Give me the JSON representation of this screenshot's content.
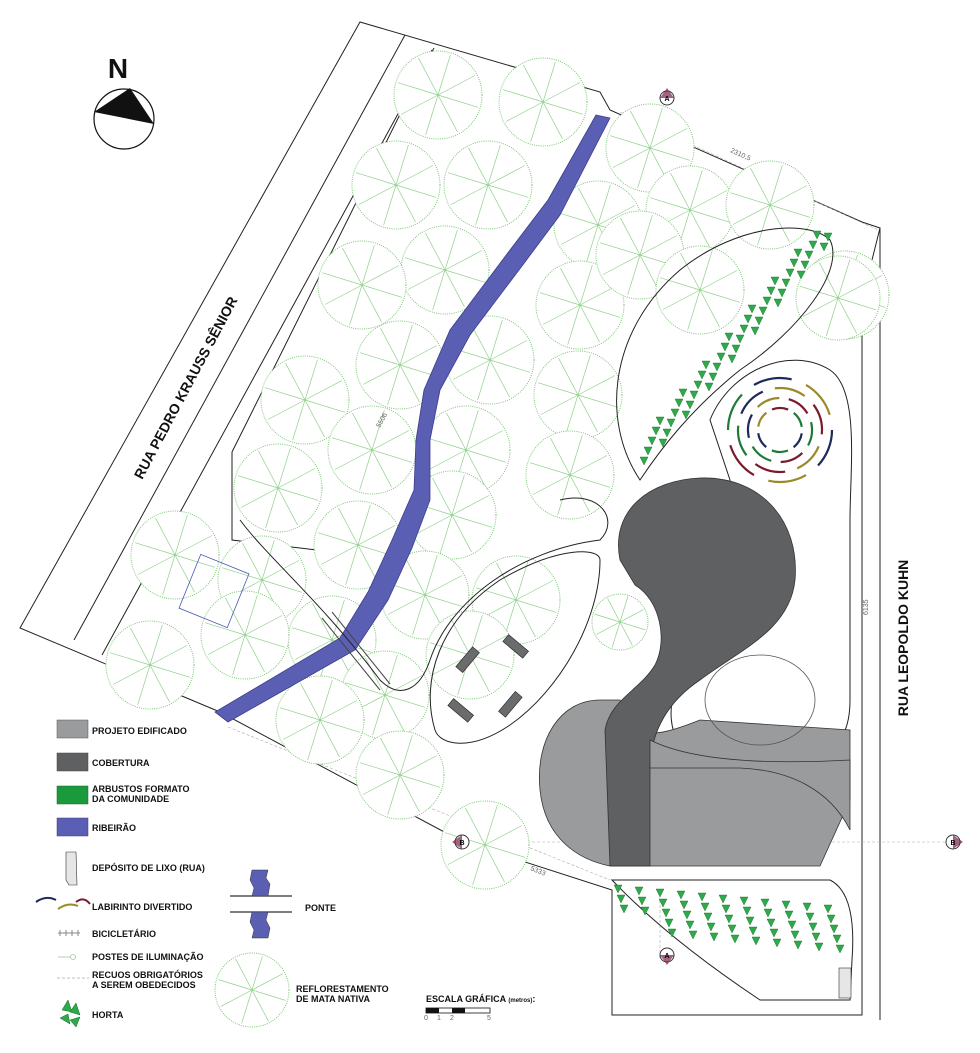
{
  "compass": {
    "letter": "N"
  },
  "streets": {
    "west": "RUA PEDRO KRAUSS SÊNIOR",
    "east": "RUA LEOPOLDO KUHN"
  },
  "dimensions": {
    "north_edge": "2310,5",
    "stream_length": "5506",
    "east_inner": "6135",
    "south_edge": "5333"
  },
  "section_markers": {
    "a": "A",
    "b": "B"
  },
  "legend": {
    "items": [
      {
        "label": "PROJETO EDIFICADO",
        "color": "#9a9b9c"
      },
      {
        "label": "COBERTURA",
        "color": "#5f6061"
      },
      {
        "label": "ARBUSTOS FORMATO\nDA COMUNIDADE",
        "color": "#1a9a3c"
      },
      {
        "label": "RIBEIRÃO",
        "color": "#5a5fb3"
      },
      {
        "label": "DEPÓSITO DE LIXO (RUA)"
      },
      {
        "label": "LABIRINTO DIVERTIDO"
      },
      {
        "label": "BICICLETÁRIO"
      },
      {
        "label": "POSTES DE ILUMINAÇÃO"
      },
      {
        "label": "RECUOS OBRIGATÓRIOS\nA SEREM OBEDECIDOS"
      },
      {
        "label": "HORTA"
      },
      {
        "label": "PONTE"
      },
      {
        "label": "REFLORESTAMENTO\nDE MATA NATIVA"
      }
    ]
  },
  "scale": {
    "title": "ESCALA GRÁFICA",
    "unit": "(metros)",
    "ticks": [
      "0",
      "1",
      "2",
      "5"
    ]
  }
}
